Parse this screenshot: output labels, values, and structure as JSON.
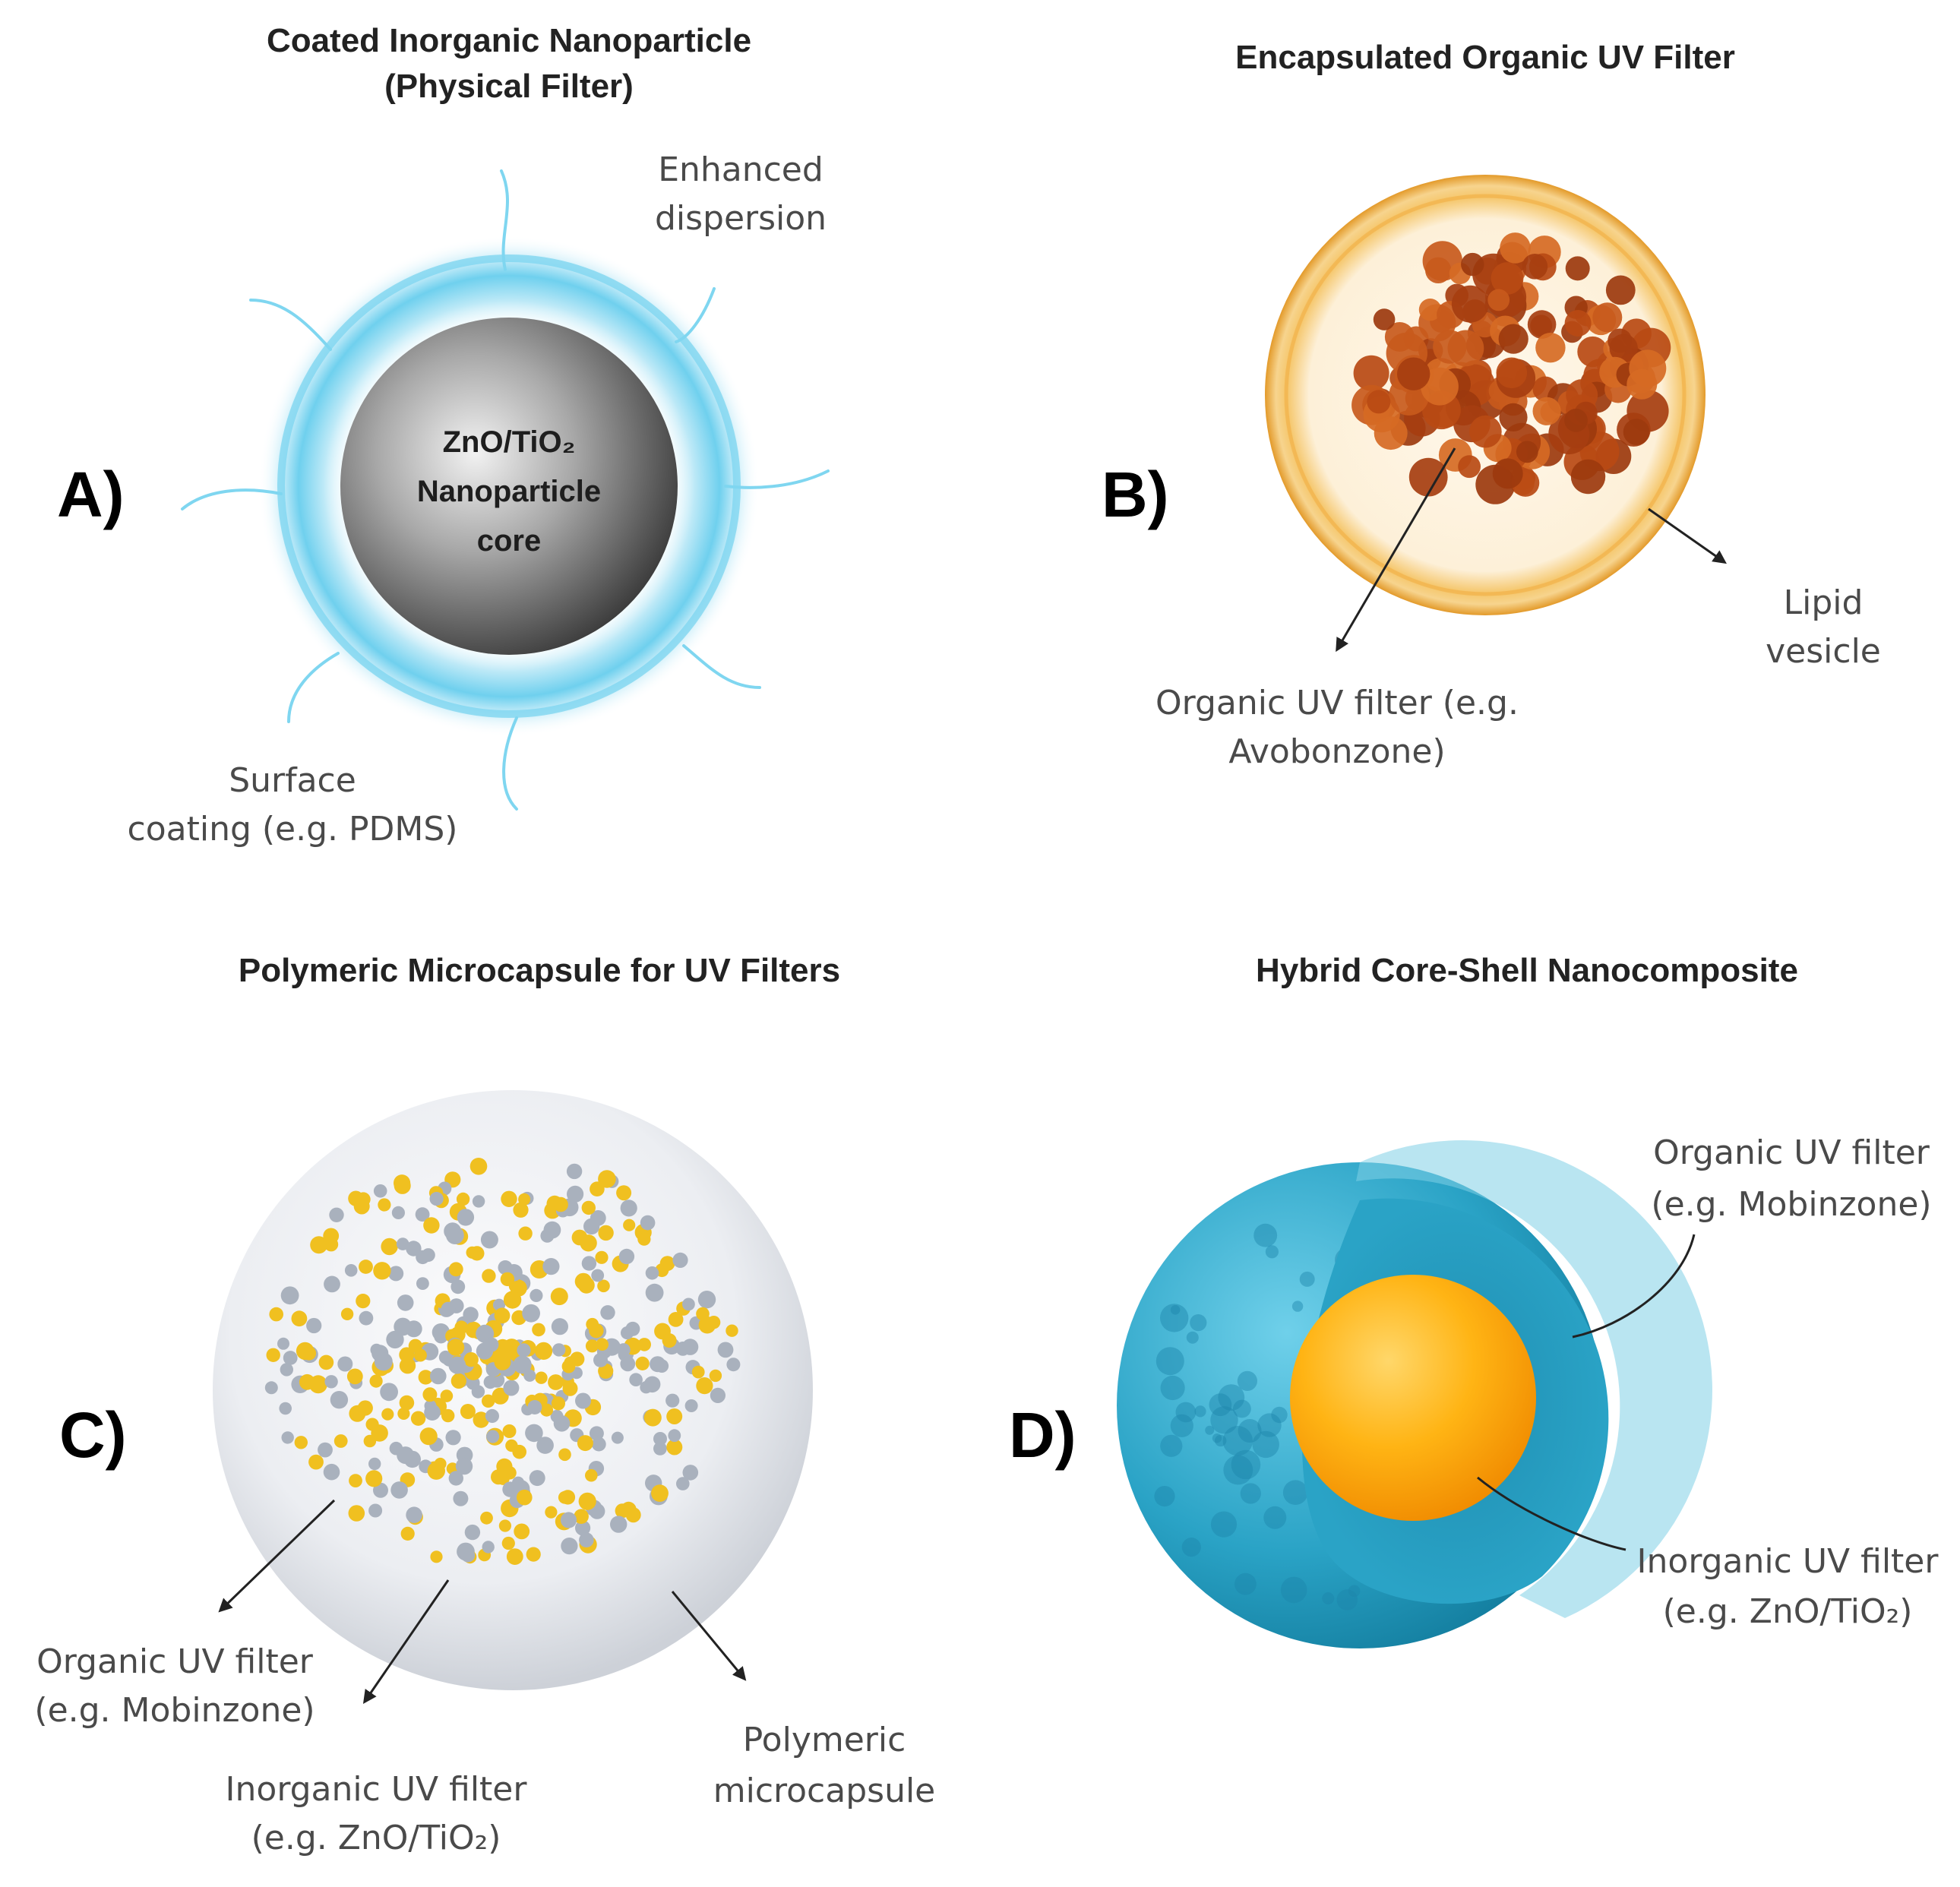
{
  "panels": {
    "a": {
      "label": "A)",
      "title_line1": "Coated Inorganic Nanoparticle",
      "title_line2": "(Physical Filter)",
      "core_line1": "ZnO/TiO₂",
      "core_line2": "Nanoparticle",
      "core_line3": "core",
      "dispersion_line1": "Enhanced",
      "dispersion_line2": "dispersion",
      "coating_line1": "Surface",
      "coating_line2": "coating (e.g. PDMS)"
    },
    "b": {
      "label": "B)",
      "title": "Encapsulated Organic UV Filter",
      "lipid_line1": "Lipid",
      "lipid_line2": "vesicle",
      "organic_line1": "Organic UV filter (e.g.",
      "organic_line2": "Avobonzone)"
    },
    "c": {
      "label": "C)",
      "title": "Polymeric Microcapsule for UV Filters",
      "organic_line1": "Organic UV filter",
      "organic_line2": "(e.g. Mobinzone)",
      "inorganic_line1": "Inorganic UV filter",
      "inorganic_line2": "(e.g. ZnO/TiO₂)",
      "capsule_line1": "Polymeric",
      "capsule_line2": "microcapsule"
    },
    "d": {
      "label": "D)",
      "title": "Hybrid Core-Shell Nanocomposite",
      "organic_line1": "Organic UV filter",
      "organic_line2": "(e.g. Mobinzone)",
      "inorganic_line1": "Inorganic UV filter",
      "inorganic_line2": "(e.g. ZnO/TiO₂)"
    }
  },
  "colors": {
    "coating_blue": "#7fd6f0",
    "core_gray": "#6b6b6b",
    "vesicle_orange": "#f2b24a",
    "aggregate_brown": "#b84a14",
    "particle_yellow": "#f0c020",
    "particle_gray": "#a9b1bd",
    "shell_teal": "#2aa3c6",
    "core_orange": "#ffaa00"
  }
}
